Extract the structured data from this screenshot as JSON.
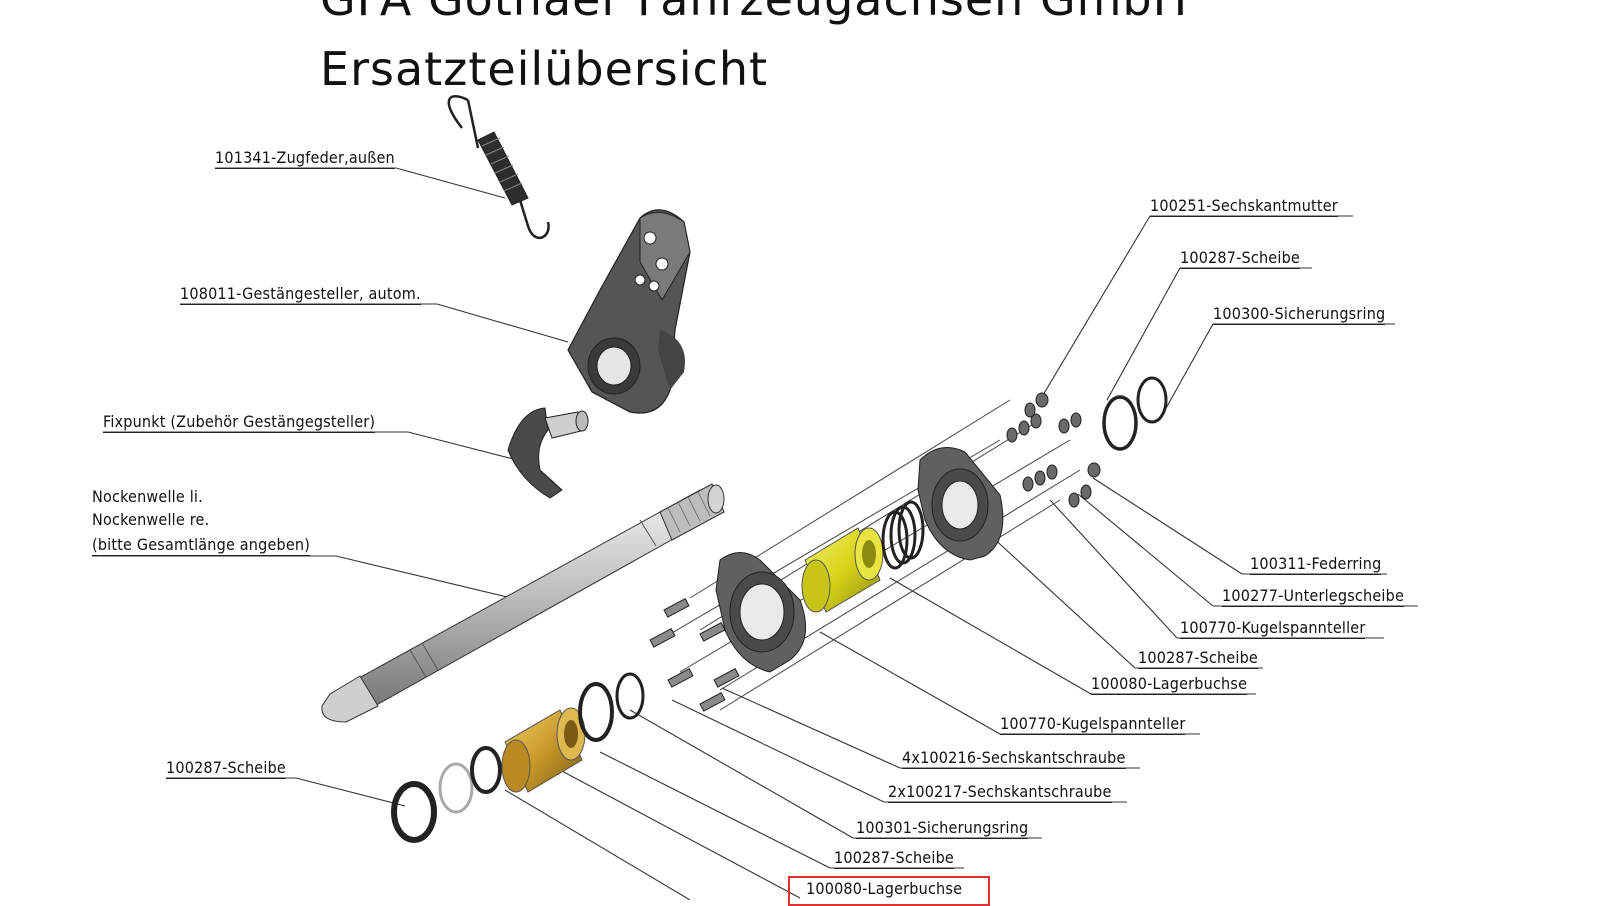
{
  "header": {
    "title_line1": "GFA Gothaer Fahrzeugachsen GmbH",
    "title_line2": "Ersatzteilübersicht"
  },
  "labels": {
    "zugfeder": "101341-Zugfeder,außen",
    "gestaengesteller": "108011-Gestängesteller, autom.",
    "fixpunkt": "Fixpunkt (Zubehör Gestängegsteller)",
    "nockenwelle_li": "Nockenwelle li.",
    "nockenwelle_re": "Nockenwelle re.",
    "nockenwelle_note": "(bitte Gesamtlänge angeben)",
    "scheibe_left": "100287-Scheibe",
    "sechskantmutter": "100251-Sechskantmutter",
    "scheibe_top": "100287-Scheibe",
    "sicherungsring_top": "100300-Sicherungsring",
    "federring": "100311-Federring",
    "unterlegscheibe": "100277-Unterlegscheibe",
    "kugelspannteller_r1": "100770-Kugelspannteller",
    "scheibe_r": "100287-Scheibe",
    "lagerbuchse_r": "100080-Lagerbuchse",
    "kugelspannteller_r2": "100770-Kugelspannteller",
    "sechskantschraube_4x": "4x100216-Sechskantschraube",
    "sechskantschraube_2x": "2x100217-Sechskantschraube",
    "sicherungsring_bottom": "100301-Sicherungsring",
    "scheibe_bottom": "100287-Scheibe",
    "lagerbuchse_bottom": "100080-Lagerbuchse"
  },
  "colors": {
    "bushing_yellow": "#d8d41a",
    "bushing_gold": "#c99a2a",
    "highlight": "#e03030"
  }
}
